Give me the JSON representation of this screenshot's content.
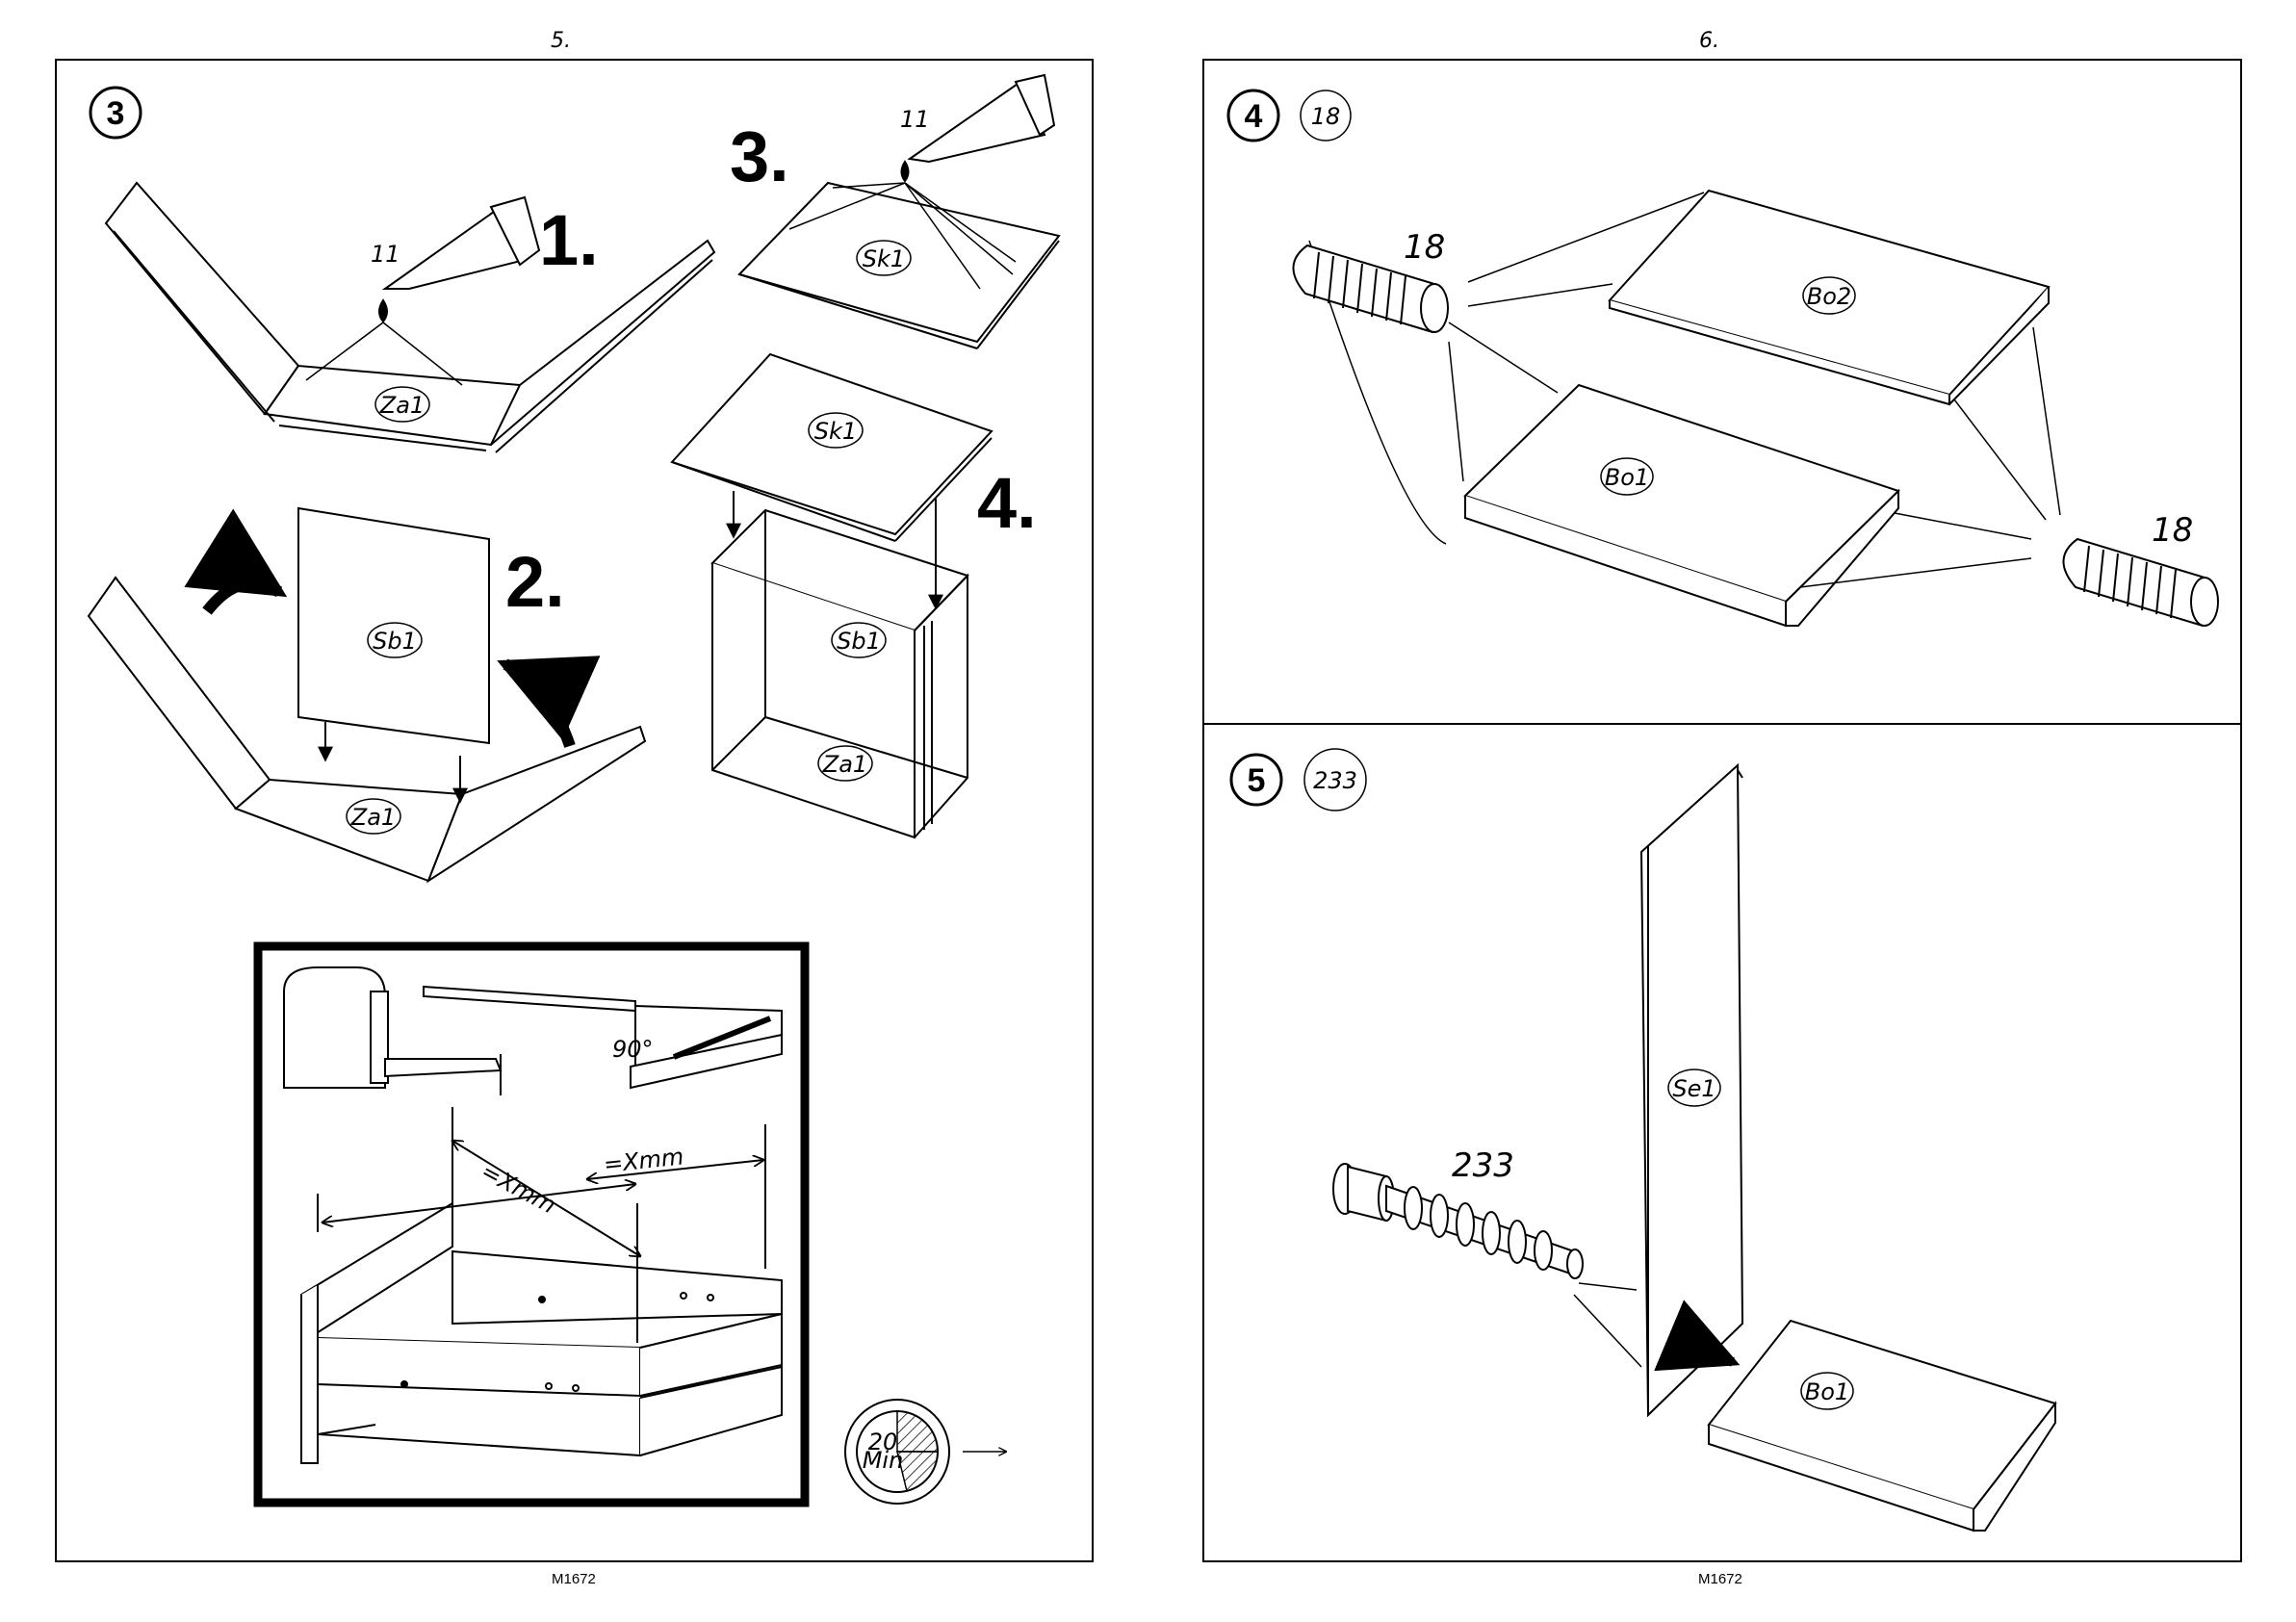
{
  "page_left": {
    "number": "5.",
    "footer": "M1672"
  },
  "page_right": {
    "number": "6.",
    "footer": "M1672"
  },
  "step3": {
    "number": "3",
    "substeps": [
      "1.",
      "2.",
      "3.",
      "4."
    ],
    "glue_qty": "11",
    "glue_qty_top": "11",
    "parts": {
      "za1_a": "Za1",
      "za1_b": "Za1",
      "za1_c": "Za1",
      "sb1_a": "Sb1",
      "sb1_b": "Sb1",
      "sk1_a": "Sk1",
      "sk1_b": "Sk1"
    },
    "check_box": {
      "angle": "90°",
      "measure_1": "=Xmm",
      "measure_2": "=Xmm"
    },
    "timer": {
      "minutes": "20",
      "unit": "Min"
    }
  },
  "step4": {
    "number": "4",
    "qty": "18",
    "dowel_a": "18",
    "dowel_b": "18",
    "parts": {
      "bo2": "Bo2",
      "bo1": "Bo1"
    }
  },
  "step5": {
    "number": "5",
    "qty": "233",
    "fitting": "233",
    "parts": {
      "se1": "Se1",
      "bo1": "Bo1"
    }
  }
}
